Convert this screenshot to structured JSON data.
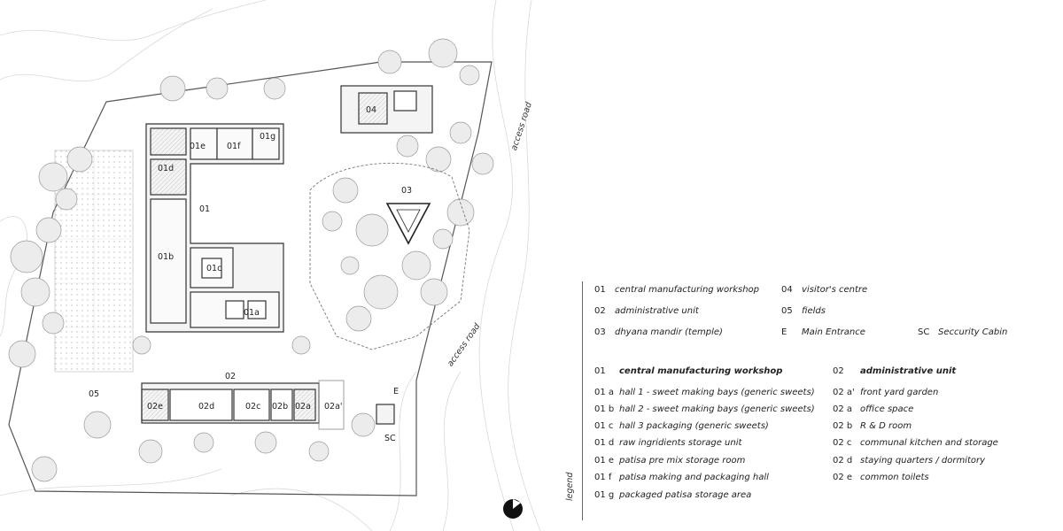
{
  "plan": {
    "labels": {
      "b01": "01",
      "b01a": "01a",
      "b01b": "01b",
      "b01c": "01c",
      "b01d": "01d",
      "b01e": "01e",
      "b01f": "01f",
      "b01g": "01g",
      "b02": "02",
      "b02a": "02a",
      "b02a_prime": "02a'",
      "b02b": "02b",
      "b02c": "02c",
      "b02d": "02d",
      "b02e": "02e",
      "b03": "03",
      "b04": "04",
      "b05": "05",
      "entrance": "E",
      "security": "SC"
    },
    "roads": [
      "access road",
      "access road"
    ]
  },
  "legend": {
    "title": "legend",
    "summary_left": [
      {
        "code": "01",
        "text": "central manufacturing workshop"
      },
      {
        "code": "02",
        "text": "administrative unit"
      },
      {
        "code": "03",
        "text": "dhyana mandir (temple)"
      }
    ],
    "summary_mid": [
      {
        "code": "04",
        "text": "visitor's centre"
      },
      {
        "code": "05",
        "text": "fields"
      },
      {
        "code": "E",
        "text": "Main Entrance"
      }
    ],
    "summary_right": [
      {
        "code": "SC",
        "text": "Seccurity Cabin"
      }
    ],
    "workshop": {
      "code": "01",
      "title": "central manufacturing workshop",
      "items": [
        {
          "code": "01 a",
          "text": "hall 1 - sweet making bays (generic sweets)"
        },
        {
          "code": "01 b",
          "text": "hall 2 - sweet making bays (generic sweets)"
        },
        {
          "code": "01 c",
          "text": "hall 3 packaging (generic sweets)"
        },
        {
          "code": "01 d",
          "text": "raw ingridients storage unit"
        },
        {
          "code": "01 e",
          "text": "patisa pre mix storage room"
        },
        {
          "code": "01 f",
          "text": "patisa making and packaging hall"
        },
        {
          "code": "01 g",
          "text": "packaged patisa storage area"
        }
      ]
    },
    "admin": {
      "code": "02",
      "title": "administrative unit",
      "items": [
        {
          "code": "02 a'",
          "text": "front yard garden"
        },
        {
          "code": "02 a",
          "text": "office space"
        },
        {
          "code": "02 b",
          "text": "R & D room"
        },
        {
          "code": "02 c",
          "text": "communal kitchen and storage"
        },
        {
          "code": "02 d",
          "text": "staying quarters / dormitory"
        },
        {
          "code": "02 e",
          "text": "common toilets"
        }
      ]
    }
  }
}
